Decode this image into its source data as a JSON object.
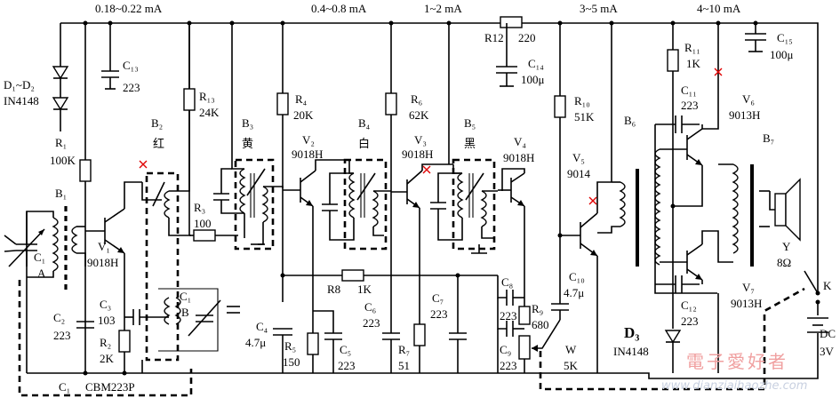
{
  "currents": {
    "stage1": "0.18~0.22 mA",
    "stage2": "0.4~0.8 mA",
    "stage3": "1~2 mA",
    "stage4": "3~5 mA",
    "stage5": "4~10 mA"
  },
  "components": {
    "d1d2": "D₁~D₂",
    "in4148a": "IN4148",
    "r1": "R₁",
    "r1v": "100K",
    "b1": "B₁",
    "c1a": "C₁",
    "c1a_sub": "A",
    "v1": "V₁",
    "v1t": "9018H",
    "c2": "C₂",
    "c2v": "223",
    "c3": "C₃",
    "c3v": "103",
    "r2": "R₂",
    "r2v": "2K",
    "c1bottom": "C₁",
    "cbm": "CBM223P",
    "c13": "C₁₃",
    "c13v": "223",
    "b2": "B₂",
    "red": "红",
    "r13": "R₁₃",
    "r13v": "24K",
    "r3": "R₃",
    "r3v": "100",
    "c1b": "C₁",
    "c1b_sub": "B",
    "b3": "B₃",
    "yellow": "黄",
    "r4": "R₄",
    "r4v": "20K",
    "v2": "V₂",
    "v2t": "9018H",
    "b4": "B₄",
    "white": "白",
    "r6": "R₆",
    "r6v": "62K",
    "v3": "V₃",
    "v3t": "9018H",
    "b5": "B₅",
    "black": "黑",
    "v4": "V₄",
    "v4t": "9018H",
    "r8": "R8",
    "r8v": "1K",
    "c4": "C₄",
    "c4v": "4.7μ",
    "r5": "R₅",
    "r5v": "150",
    "c5": "C₅",
    "c5v": "223",
    "c6": "C₆",
    "c6v": "223",
    "r7": "R₇",
    "r7v": "51",
    "c7": "C₇",
    "c7v": "223",
    "c8": "C₈",
    "c8v": "223",
    "r9": "R₉",
    "r9v": "680",
    "c9": "C₉",
    "c9v": "223",
    "r12": "R12",
    "r12v": "220",
    "c14": "C₁₄",
    "c14v": "100μ",
    "r10": "R₁₀",
    "r10v": "51K",
    "v5": "V₅",
    "v5t": "9014",
    "c10": "C₁₀",
    "c10v": "4.7μ",
    "w": "W",
    "wv": "5K",
    "b6": "B₆",
    "d3": "D₃",
    "in4148b": "IN4148",
    "r11": "R₁₁",
    "r11v": "1K",
    "c11": "C₁₁",
    "c11v": "223",
    "v6": "V₆",
    "v6t": "9013H",
    "c12": "C₁₂",
    "c12v": "223",
    "v7": "V₇",
    "v7t": "9013H",
    "c15": "C₁₅",
    "c15v": "100μ",
    "b7": "B₇",
    "y": "Y",
    "yv": "8Ω",
    "k": "K",
    "dc": "DC",
    "dcv": "3V"
  },
  "watermark": {
    "cn": "電子愛好者",
    "url": "www.dianziaihaozhe.com"
  }
}
